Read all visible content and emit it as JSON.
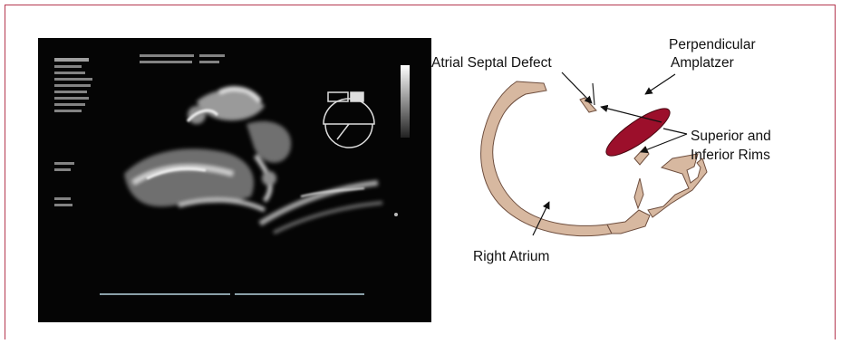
{
  "figure": {
    "accent_color": "#b5374f",
    "echo_image_name": "transesophageal-echocardiogram",
    "labels": {
      "atrial_septal_defect": "Atrial Septal Defect",
      "perpendicular": "Perpendicular",
      "amplatzer": "Amplatzer",
      "superior_and": "Superior and",
      "inferior_rims": "Inferior Rims",
      "right_atrium": "Right Atrium"
    },
    "colors": {
      "atrium_wall": "#d7b8a0",
      "device": "#9c0f2b"
    }
  }
}
